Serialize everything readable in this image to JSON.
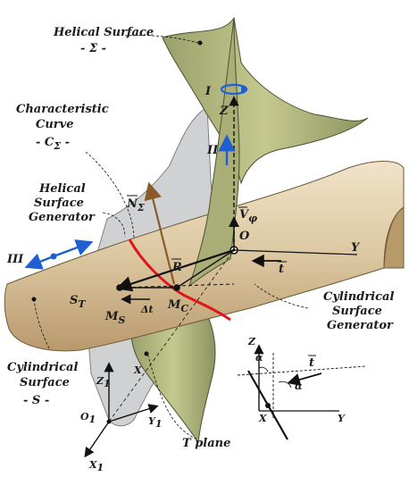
{
  "labels": {
    "helical_surface": "Helical Surface",
    "helical_surface_sym": "- Σ -",
    "characteristic_1": "Characteristic",
    "characteristic_2": "Curve",
    "characteristic_sym": "- C",
    "characteristic_sub": "Σ",
    "helical_gen_1": "Helical",
    "helical_gen_2": "Surface",
    "helical_gen_3": "Generator",
    "cyl_surface_1": "Cylindrical",
    "cyl_surface_2": "Surface",
    "cyl_surface_sym": "- S -",
    "cyl_gen_1": "Cylindrical",
    "cyl_gen_2": "Surface",
    "cyl_gen_3": "Generator",
    "t_plane": "T plane"
  },
  "symbols": {
    "roman_1": "I",
    "roman_2": "II",
    "roman_3": "III",
    "z": "Z",
    "n": "N",
    "n_sub": "Σ",
    "v": "V",
    "v_sub": "φ",
    "o": "O",
    "y": "Y",
    "r": "R",
    "t": "t",
    "delta_t": "Δt",
    "m_c": "M",
    "m_c_sub": "C",
    "m_s": "M",
    "m_s_sub": "S",
    "s_t": "S",
    "s_t_sub": "T",
    "x": "X",
    "z1": "Z",
    "z1_sub": "1",
    "o1": "O",
    "o1_sub": "1",
    "y1": "Y",
    "y1_sub": "1",
    "x1": "X",
    "x1_sub": "1",
    "inset_z": "Z",
    "alpha_1": "α",
    "alpha_2": "α",
    "inset_t": "t",
    "inset_x": "X",
    "inset_y": "Y"
  },
  "colors": {
    "helical": "#b2b87d",
    "helical_dark": "#7f8653",
    "cylinder": "#dcc7a1",
    "cylinder_dark": "#b8996a",
    "plane": "#b7b9bc",
    "curve": "#e0141a",
    "normal": "#8a5a2a",
    "blue": "#1f5fd1"
  }
}
